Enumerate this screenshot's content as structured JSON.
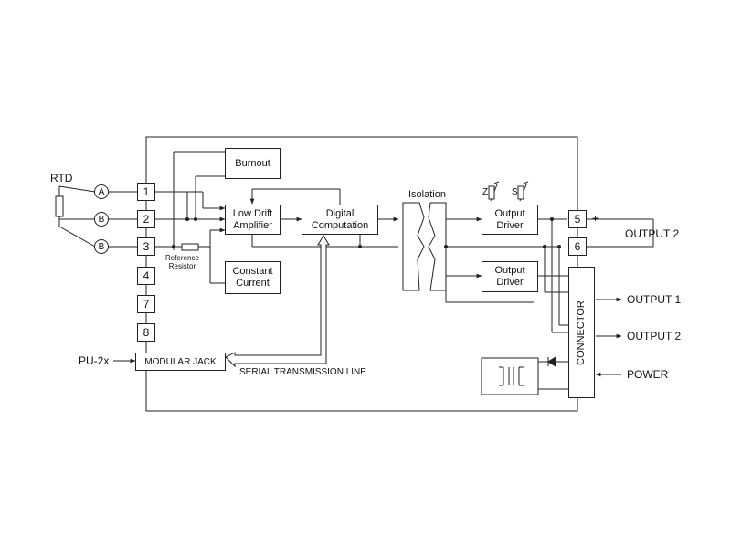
{
  "rtd": {
    "label": "RTD",
    "wire_labels": [
      "A",
      "B",
      "B"
    ]
  },
  "terminals_left": [
    "1",
    "2",
    "3",
    "4",
    "7",
    "8"
  ],
  "terminals_right": [
    "5",
    "6"
  ],
  "blocks": {
    "burnout": "Burnout",
    "amplifier": "Low Drift\nAmplifier",
    "computation": "Digital\nComputation",
    "constant_current": "Constant\nCurrent",
    "output_driver_1": "Output\nDriver",
    "output_driver_2": "Output\nDriver",
    "modular_jack": "MODULAR JACK",
    "connector": "CONNECTOR"
  },
  "labels": {
    "reference_resistor": "Reference\nResistor",
    "isolation": "Isolation",
    "zero_adj": "Z",
    "span_adj": "S",
    "serial_line": "SERIAL TRANSMISSION LINE",
    "pu2x": "PU-2x",
    "plus": "+",
    "minus": "–"
  },
  "outputs": {
    "output2_top": "OUTPUT 2",
    "output1": "OUTPUT 1",
    "output2": "OUTPUT 2",
    "power": "POWER"
  }
}
